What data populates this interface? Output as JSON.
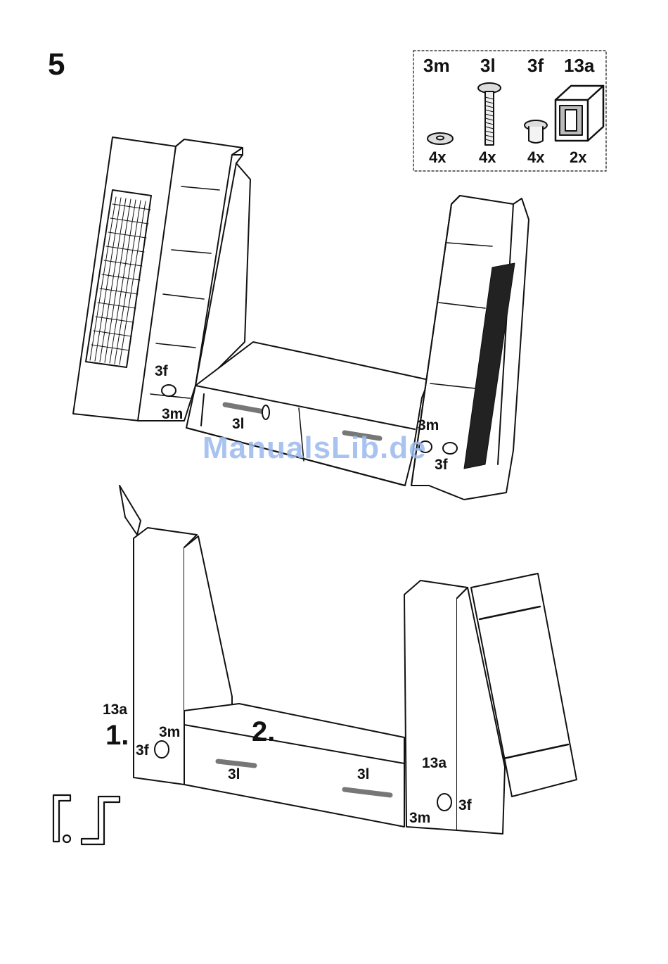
{
  "step_number": "5",
  "parts": [
    {
      "code": "3m",
      "quantity": "4x",
      "icon": "washer-icon"
    },
    {
      "code": "3l",
      "quantity": "4x",
      "icon": "bolt-icon"
    },
    {
      "code": "3f",
      "quantity": "4x",
      "icon": "barrel-nut-icon"
    },
    {
      "code": "13a",
      "quantity": "2x",
      "icon": "connector-block-icon"
    }
  ],
  "callouts": {
    "top_left_3f": "3f",
    "top_left_3m": "3m",
    "top_center_3l": "3l",
    "top_right_3m": "3m",
    "top_right_3f": "3f",
    "bottom_13a_left": "13a",
    "bottom_3m_left": "3m",
    "bottom_3f_left": "3f",
    "bottom_3l_left": "3l",
    "bottom_3l_right": "3l",
    "bottom_13a_right": "13a",
    "bottom_3f_right": "3f",
    "bottom_3m_right": "3m"
  },
  "sequence": {
    "first": "1.",
    "second": "2."
  },
  "watermark": "ManualsLib.de",
  "tools": [
    "allen-key-icon",
    "allen-key-icon"
  ]
}
